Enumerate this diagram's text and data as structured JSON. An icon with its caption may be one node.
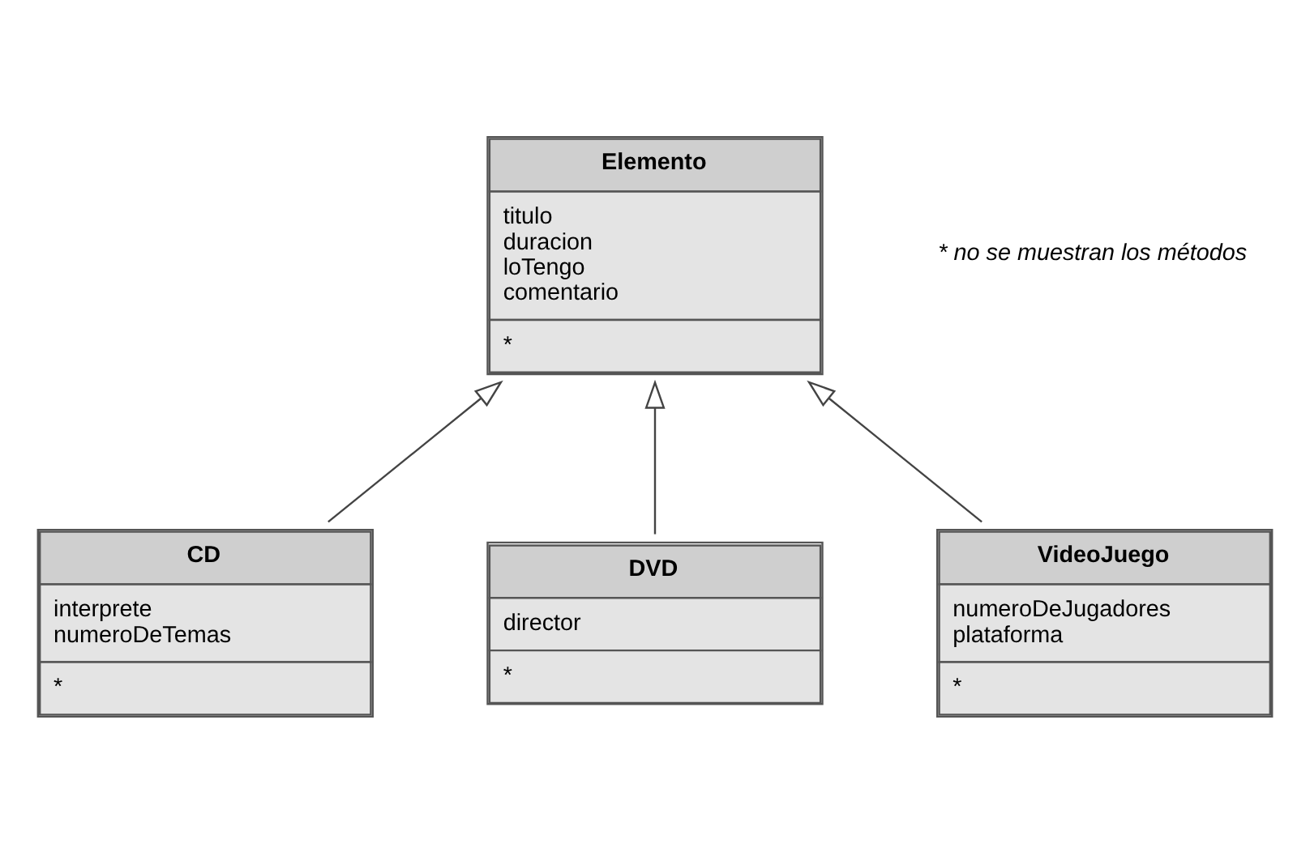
{
  "diagram": {
    "nodes": [
      {
        "text": [
          "Elemento",
          "titulo duracion loTengo comentario",
          "*"
        ]
      },
      {
        "text": [
          "CD",
          "interprete numeroDeTemas",
          "*"
        ]
      },
      {
        "text": [
          "DVD",
          "director",
          "*"
        ]
      },
      {
        "text": [
          "VideoJuego",
          "numeroDeJugadores plataforma",
          "*"
        ]
      }
    ],
    "edges": [
      {
        "from": 1,
        "to": 0,
        "arrow": "to"
      },
      {
        "from": 2,
        "to": 0,
        "arrow": "to"
      },
      {
        "from": 3,
        "to": 0,
        "arrow": "to"
      }
    ],
    "labels": [
      "* no se muestran los métodos"
    ]
  }
}
